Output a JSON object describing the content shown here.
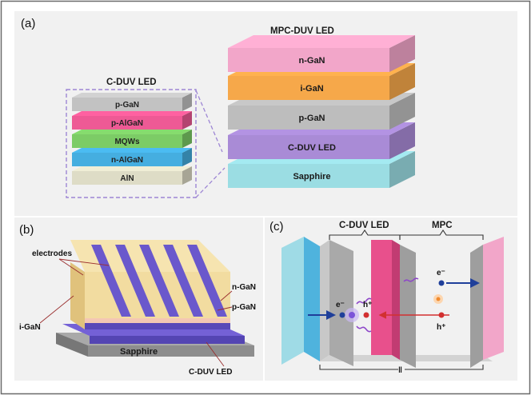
{
  "panels": {
    "a": {
      "label": "(a)",
      "stack_title": "MPC-DUV LED",
      "detail_title": "C-DUV LED",
      "stack_layers": [
        {
          "label": "n-GaN",
          "color": "#f2a6c9"
        },
        {
          "label": "i-GaN",
          "color": "#f6a84a"
        },
        {
          "label": "p-GaN",
          "color": "#bdbdbd"
        },
        {
          "label": "C-DUV LED",
          "color": "#a98bd6"
        },
        {
          "label": "Sapphire",
          "color": "#9bdde3"
        }
      ],
      "detail_layers": [
        {
          "label": "p-GaN",
          "color": "#c2c2c2"
        },
        {
          "label": "p-AlGaN",
          "color": "#ee5a95"
        },
        {
          "label": "MQWs",
          "color": "#7ccc66"
        },
        {
          "label": "n-AlGaN",
          "color": "#45aee0"
        },
        {
          "label": "AlN",
          "color": "#dedcc6"
        }
      ]
    },
    "b": {
      "label": "(b)",
      "labels": {
        "electrodes": "electrodes",
        "n_gan": "n-GaN",
        "p_gan": "p-GaN",
        "i_gan": "i-GaN",
        "sapphire": "Sapphire",
        "cduv": "C-DUV LED"
      }
    },
    "c": {
      "label": "(c)",
      "bracket_left": "C-DUV LED",
      "bracket_right": "MPC",
      "electron": "e⁻",
      "hole": "h⁺",
      "bottom_mark": "‖"
    }
  },
  "colors": {
    "electrode": "#f2dca0",
    "cduv_purple": "#6a54c9",
    "pink": "#e8508c",
    "blue": "#4fb3dd",
    "gray": "#a9a9a9",
    "electron": "#1f3f9a",
    "hole": "#d23030"
  }
}
